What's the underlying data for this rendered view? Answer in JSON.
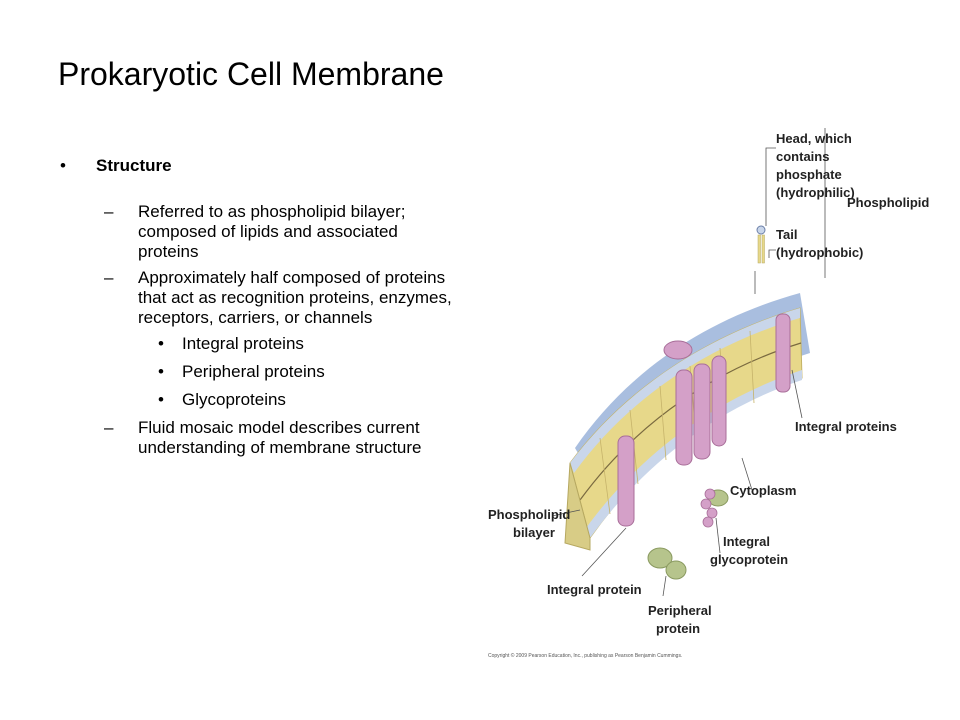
{
  "slide": {
    "title": "Prokaryotic Cell Membrane",
    "bullet_mark": "•",
    "dash_mark": "–",
    "heading": "Structure",
    "items": [
      {
        "text": "Referred to as phospholipid bilayer; composed of lipids and associated proteins"
      },
      {
        "text": "Approximately half composed of proteins that act as recognition proteins, enzymes, receptors, carriers, or channels"
      }
    ],
    "sub_items": [
      "Integral proteins",
      "Peripheral proteins",
      "Glycoproteins"
    ],
    "last_item": "Fluid mosaic model describes current understanding of membrane structure"
  },
  "figure": {
    "labels": {
      "head_1": "Head, which",
      "head_2": "contains",
      "head_3": "phosphate",
      "head_4": "(hydrophilic)",
      "phospholipid": "Phospholipid",
      "tail_1": "Tail",
      "tail_2": "(hydrophobic)",
      "integral_proteins": "Integral proteins",
      "cytoplasm": "Cytoplasm",
      "bilayer_1": "Phospholipid",
      "bilayer_2": "bilayer",
      "integral_glyco_1": "Integral",
      "integral_glyco_2": "glycoprotein",
      "integral_protein": "Integral protein",
      "peripheral_1": "Peripheral",
      "peripheral_2": "protein"
    },
    "copyright": "Copyright © 2009 Pearson Education, Inc., publishing as Pearson Benjamin Cummings.",
    "colors": {
      "outer_blue": "#a9bedf",
      "membrane_head": "#c9d6ea",
      "tail_yellow": "#e7d88a",
      "protein_pink": "#d4a0c8",
      "peripheral_green": "#b6c48c"
    }
  }
}
